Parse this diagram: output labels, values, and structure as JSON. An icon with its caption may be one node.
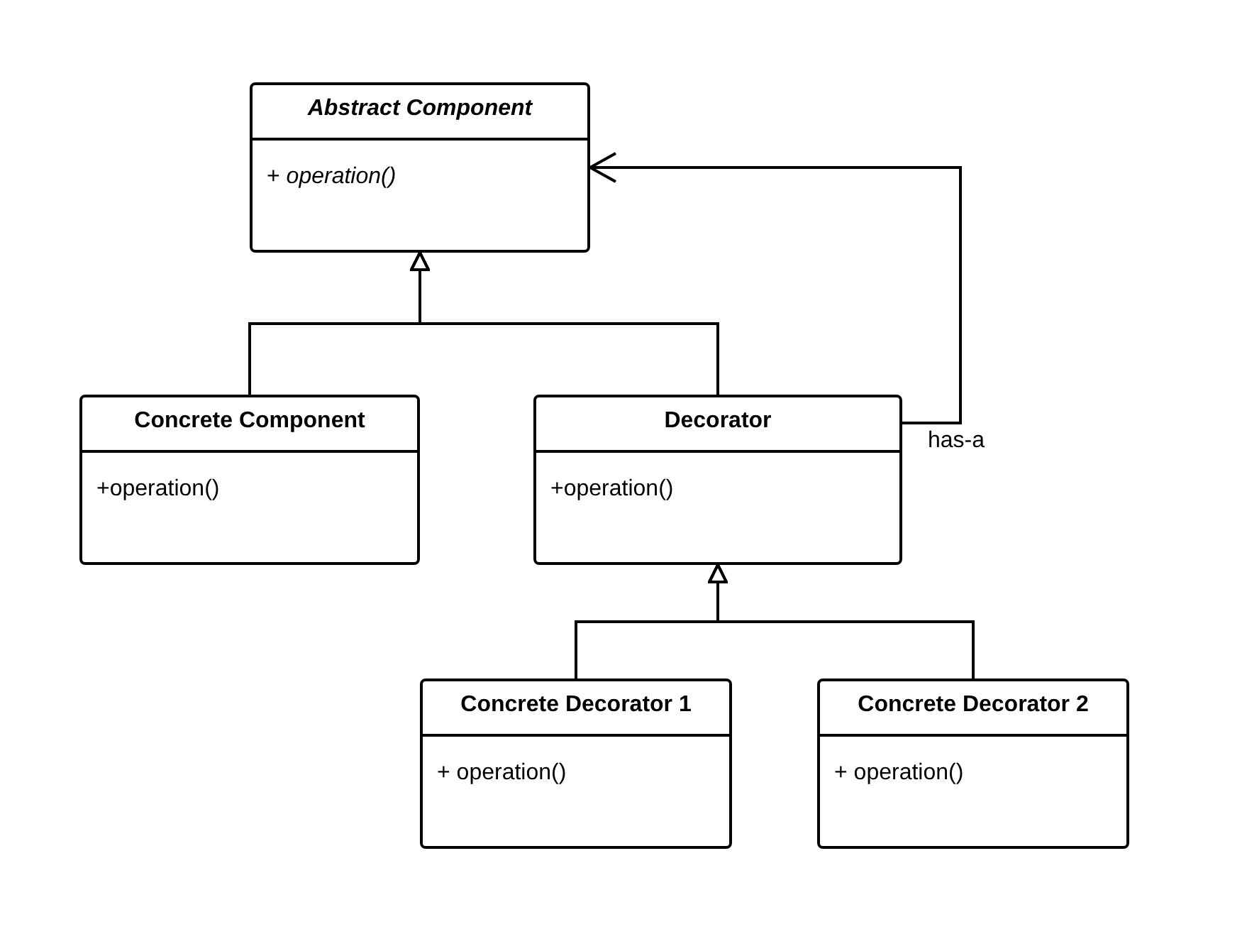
{
  "diagram": {
    "nodes": [
      {
        "text": [
          "Abstract Component",
          "+ *operation()*"
        ]
      },
      {
        "text": [
          "Concrete Component",
          "+operation()"
        ]
      },
      {
        "text": [
          "Decorator",
          "+operation()"
        ]
      },
      {
        "text": [
          "Concrete Decorator 1",
          "+ operation()"
        ]
      },
      {
        "text": [
          "Concrete Decorator 2",
          "+ operation()"
        ]
      }
    ],
    "edges": [
      {
        "from": 1,
        "to": 0,
        "arrow": "to"
      },
      {
        "from": 2,
        "to": 0,
        "arrow": "to"
      },
      {
        "from": 2,
        "to": 0,
        "arrow": "to",
        "label": "has-a"
      },
      {
        "from": 3,
        "to": 2,
        "arrow": "to"
      },
      {
        "from": 4,
        "to": 2,
        "arrow": "to"
      }
    ]
  }
}
